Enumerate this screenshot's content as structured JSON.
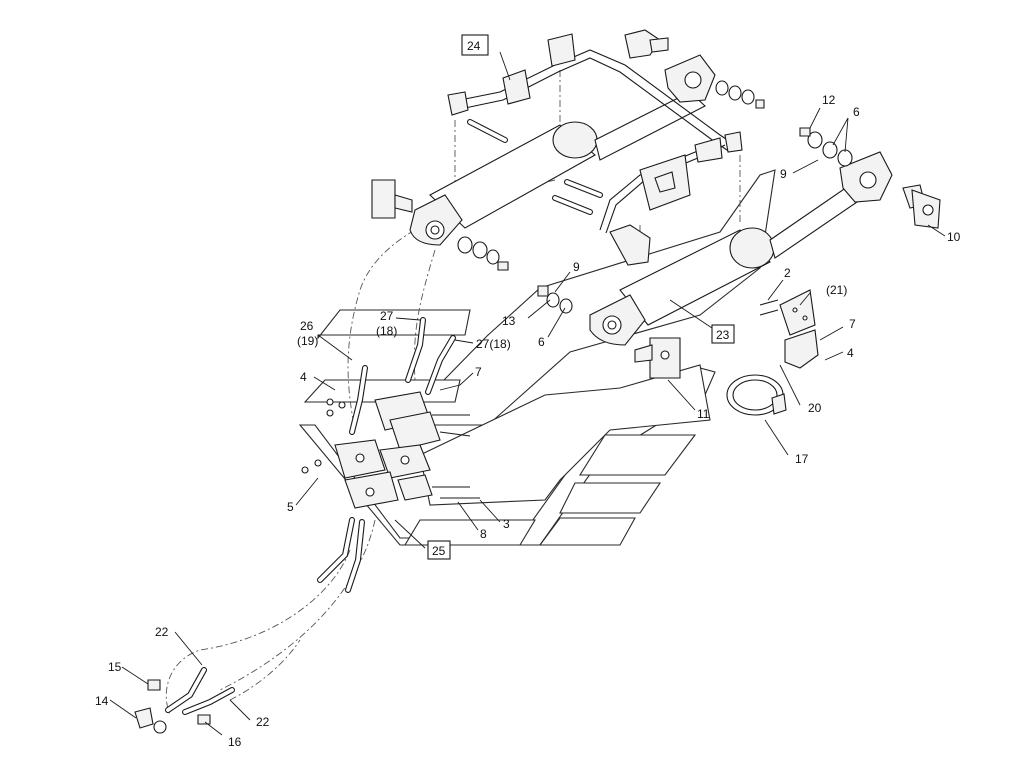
{
  "labels": [
    {
      "id": "24",
      "text": "24",
      "boxed": true
    },
    {
      "id": "12",
      "text": "12",
      "boxed": false
    },
    {
      "id": "6a",
      "text": "6",
      "boxed": false
    },
    {
      "id": "9a",
      "text": "9",
      "boxed": false
    },
    {
      "id": "10",
      "text": "10",
      "boxed": false
    },
    {
      "id": "2",
      "text": "2",
      "boxed": false
    },
    {
      "id": "21",
      "text": "(21)",
      "boxed": false
    },
    {
      "id": "7a",
      "text": "7",
      "boxed": false
    },
    {
      "id": "4a",
      "text": "4",
      "boxed": false
    },
    {
      "id": "20",
      "text": "20",
      "boxed": false
    },
    {
      "id": "17",
      "text": "17",
      "boxed": false
    },
    {
      "id": "11",
      "text": "11",
      "boxed": false
    },
    {
      "id": "23",
      "text": "23",
      "boxed": true
    },
    {
      "id": "9b",
      "text": "9",
      "boxed": false
    },
    {
      "id": "13",
      "text": "13",
      "boxed": false
    },
    {
      "id": "6b",
      "text": "6",
      "boxed": false
    },
    {
      "id": "27a",
      "text": "27",
      "boxed": false
    },
    {
      "id": "18a",
      "text": "(18)",
      "boxed": false
    },
    {
      "id": "26",
      "text": "26",
      "boxed": false
    },
    {
      "id": "19",
      "text": "(19)",
      "boxed": false
    },
    {
      "id": "27b",
      "text": "27(18)",
      "boxed": false
    },
    {
      "id": "7b",
      "text": "7",
      "boxed": false
    },
    {
      "id": "4b",
      "text": "4",
      "boxed": false
    },
    {
      "id": "5",
      "text": "5",
      "boxed": false
    },
    {
      "id": "8",
      "text": "8",
      "boxed": false
    },
    {
      "id": "3",
      "text": "3",
      "boxed": false
    },
    {
      "id": "25",
      "text": "25",
      "boxed": true
    },
    {
      "id": "22a",
      "text": "22",
      "boxed": false
    },
    {
      "id": "15",
      "text": "15",
      "boxed": false
    },
    {
      "id": "14",
      "text": "14",
      "boxed": false
    },
    {
      "id": "22b",
      "text": "22",
      "boxed": false
    },
    {
      "id": "16",
      "text": "16",
      "boxed": false
    }
  ]
}
